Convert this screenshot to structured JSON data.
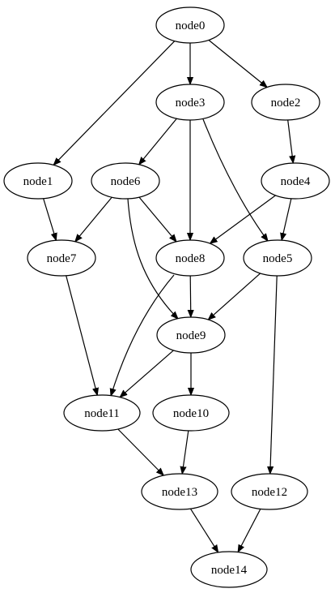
{
  "graph": {
    "nodes": [
      {
        "id": "node0",
        "label": "node0"
      },
      {
        "id": "node1",
        "label": "node1"
      },
      {
        "id": "node2",
        "label": "node2"
      },
      {
        "id": "node3",
        "label": "node3"
      },
      {
        "id": "node4",
        "label": "node4"
      },
      {
        "id": "node5",
        "label": "node5"
      },
      {
        "id": "node6",
        "label": "node6"
      },
      {
        "id": "node7",
        "label": "node7"
      },
      {
        "id": "node8",
        "label": "node8"
      },
      {
        "id": "node9",
        "label": "node9"
      },
      {
        "id": "node10",
        "label": "node10"
      },
      {
        "id": "node11",
        "label": "node11"
      },
      {
        "id": "node12",
        "label": "node12"
      },
      {
        "id": "node13",
        "label": "node13"
      },
      {
        "id": "node14",
        "label": "node14"
      }
    ],
    "edges": [
      {
        "from": "node0",
        "to": "node1"
      },
      {
        "from": "node0",
        "to": "node3"
      },
      {
        "from": "node0",
        "to": "node2"
      },
      {
        "from": "node3",
        "to": "node6"
      },
      {
        "from": "node3",
        "to": "node8"
      },
      {
        "from": "node3",
        "to": "node5"
      },
      {
        "from": "node2",
        "to": "node4"
      },
      {
        "from": "node1",
        "to": "node7"
      },
      {
        "from": "node6",
        "to": "node7"
      },
      {
        "from": "node6",
        "to": "node8"
      },
      {
        "from": "node6",
        "to": "node9"
      },
      {
        "from": "node4",
        "to": "node8"
      },
      {
        "from": "node4",
        "to": "node5"
      },
      {
        "from": "node7",
        "to": "node11"
      },
      {
        "from": "node8",
        "to": "node9"
      },
      {
        "from": "node8",
        "to": "node11"
      },
      {
        "from": "node5",
        "to": "node9"
      },
      {
        "from": "node5",
        "to": "node12"
      },
      {
        "from": "node9",
        "to": "node11"
      },
      {
        "from": "node9",
        "to": "node10"
      },
      {
        "from": "node11",
        "to": "node13"
      },
      {
        "from": "node10",
        "to": "node13"
      },
      {
        "from": "node13",
        "to": "node14"
      },
      {
        "from": "node12",
        "to": "node14"
      }
    ]
  }
}
